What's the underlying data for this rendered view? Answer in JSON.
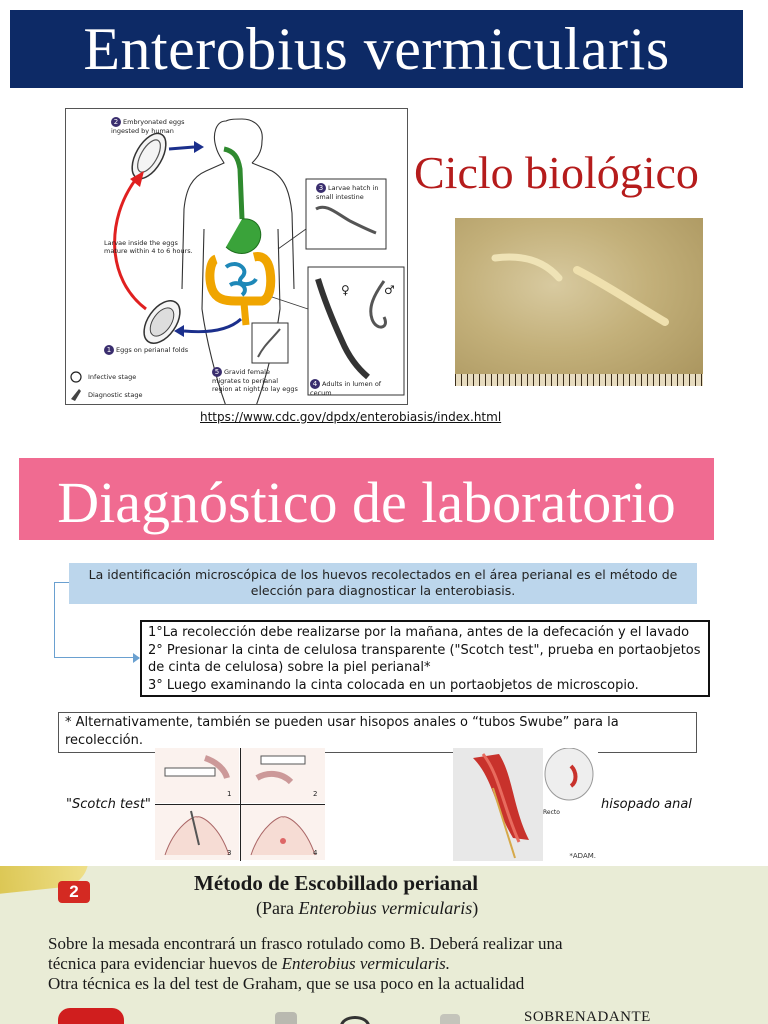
{
  "header": {
    "title": "Enterobius vermicularis"
  },
  "lifecycle": {
    "steps": [
      {
        "number": "2",
        "text": "Embryonated eggs ingested by human"
      },
      {
        "number": "3",
        "text": "Larvae hatch in small intestine"
      },
      {
        "number": "4",
        "text": "Adults in lumen of cecum"
      },
      {
        "number": "5",
        "text": "Gravid female migrates to perianal region at night to lay eggs"
      },
      {
        "number": "1",
        "text": "Eggs on perianal folds"
      }
    ],
    "maturation_note": "Larvae inside the eggs mature within 4 to 6 hours.",
    "legend": {
      "infective": "Infective stage",
      "diagnostic": "Diagnostic stage"
    },
    "sex_symbols": {
      "female": "♀",
      "male": "♂"
    }
  },
  "source_link": "https://www.cdc.gov/dpdx/enterobiasis/index.html",
  "ciclo_title": "Ciclo biológico",
  "diagnostico": {
    "title": "Diagnóstico de laboratorio",
    "intro": "La identificación microscópica de los huevos recolectados en el área perianal es el método de elección para diagnosticar la enterobiasis.",
    "steps": [
      "1°La recolección debe realizarse por la mañana, antes de la defecación y el lavado",
      "2° Presionar la cinta de celulosa transparente (\"Scotch test\", prueba en portaobjetos de cinta de celulosa) sobre la piel perianal*",
      "3° Luego examinando la cinta colocada en un portaobjetos de microscopio."
    ],
    "alternative": "* Alternativamente, también se pueden usar hisopos anales o “tubos Swube” para la recolección.",
    "scotch_label": "\"Scotch test\"",
    "hisopado_label": "hisopado anal",
    "scotch_numbers": [
      "1",
      "2",
      "3",
      "4"
    ],
    "recto_label": "Recto",
    "adam_mark": "*ADAM."
  },
  "metodo": {
    "badge": "2",
    "title": "Método de Escobillado perianal",
    "para_prefix": "(Para ",
    "para_species": "Enterobius vermicularis",
    "para_suffix": ")",
    "line1": "Sobre la mesada encontrará un frasco rotulado como B. Deberá realizar  una",
    "line2_prefix": "técnica para evidenciar huevos de ",
    "line2_species": "Enterobius vermicularis.",
    "line3": "Otra técnica es la del test de Graham, que se usa poco en la actualidad",
    "sobrenadante": "SOBRENADANTE"
  },
  "colors": {
    "title_bar": "#0d2a66",
    "diag_bar": "#f06b91",
    "ciclo_title": "#b51c1c",
    "intro_box": "#bcd6ec",
    "badge": "#d42a22"
  }
}
